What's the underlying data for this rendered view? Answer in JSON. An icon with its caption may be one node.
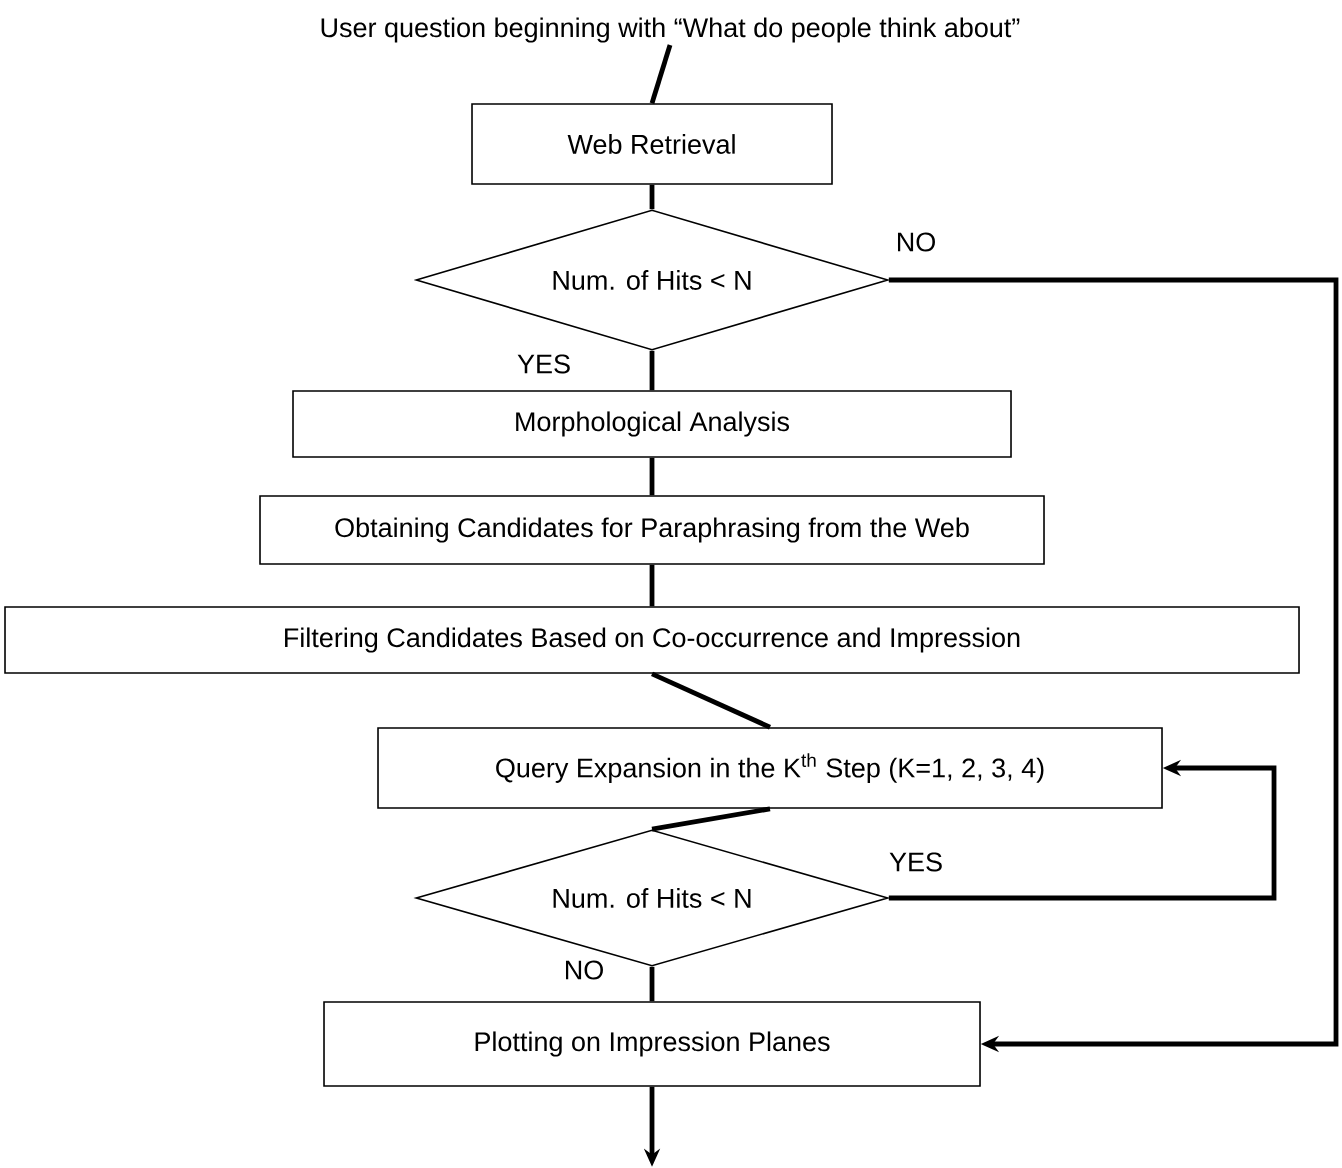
{
  "diagram": {
    "nodes": [
      {
        "text": [
          "User question beginning with “What do people think about”"
        ]
      },
      {
        "text": [
          "Web Retrieval"
        ]
      },
      {
        "text": [
          "Num. of Hits < N"
        ]
      },
      {
        "text": [
          "Morphological Analysis"
        ]
      },
      {
        "text": [
          "Obtaining Candidates for Paraphrasing from the Web"
        ]
      },
      {
        "text": [
          "Filtering Candidates Based on Co-occurrence and Impression"
        ]
      },
      {
        "text": [
          "Query Expansion in the K$^{th}$ Step (K=1, 2, 3, 4)"
        ]
      },
      {
        "text": [
          "Num. of Hits < N"
        ]
      },
      {
        "text": [
          "Plotting on Impression Planes"
        ]
      }
    ],
    "edges": [
      {
        "from": 0,
        "to": 1,
        "arrow": "none"
      },
      {
        "from": 1,
        "to": 2,
        "arrow": "none"
      },
      {
        "from": 2,
        "to": 3,
        "arrow": "none",
        "label": "YES"
      },
      {
        "from": 3,
        "to": 4,
        "arrow": "none"
      },
      {
        "from": 4,
        "to": 5,
        "arrow": "none"
      },
      {
        "from": 5,
        "to": 6,
        "arrow": "none"
      },
      {
        "from": 6,
        "to": 7,
        "arrow": "none"
      },
      {
        "from": 7,
        "to": 6,
        "arrow": "to",
        "label": "YES"
      },
      {
        "from": 7,
        "to": 8,
        "arrow": "none",
        "label": "NO"
      },
      {
        "from": 2,
        "to": 8,
        "arrow": "to",
        "label": "NO"
      },
      {
        "from": 8,
        "to": null,
        "arrow": "to"
      }
    ]
  }
}
